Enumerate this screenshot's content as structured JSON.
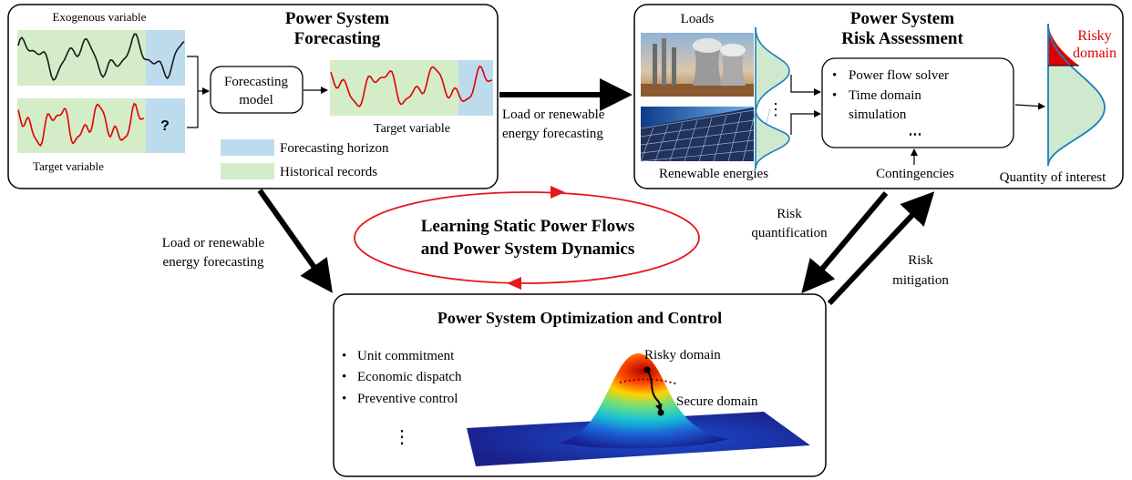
{
  "forecasting": {
    "title_line1": "Power System",
    "title_line2": "Forecasting",
    "exogenous_label": "Exogenous variable",
    "target_label_left": "Target variable",
    "unknown_mark": "?",
    "model_line1": "Forecasting",
    "model_line2": "model",
    "target_label_right": "Target variable",
    "legend_horizon": "Forecasting horizon",
    "legend_historical": "Historical records"
  },
  "risk": {
    "title_line1": "Power System",
    "title_line2": "Risk Assessment",
    "loads_label": "Loads",
    "renewables_label": "Renewable energies",
    "solver_item1": "Power flow solver",
    "solver_item2_line1": "Time domain",
    "solver_item2_line2": "simulation",
    "solver_more": "⋯",
    "input_more": "⋮",
    "contingencies_label": "Contingencies",
    "qoi_label": "Quantity of interest",
    "risky_line1": "Risky",
    "risky_line2": "domain"
  },
  "optimization": {
    "title": "Power System Optimization and Control",
    "items": [
      "Unit commitment",
      "Economic dispatch",
      "Preventive control"
    ],
    "more": "⋮",
    "risky_domain": "Risky domain",
    "secure_domain": "Secure domain"
  },
  "center": {
    "line1": "Learning Static Power Flows",
    "line2": "and Power System Dynamics"
  },
  "arrows": {
    "top_line1": "Load or renewable",
    "top_line2": "energy forecasting",
    "left_line1": "Load or renewable",
    "left_line2": "energy forecasting",
    "quant_line1": "Risk",
    "quant_line2": "quantification",
    "mit_line1": "Risk",
    "mit_line2": "mitigation"
  },
  "colors": {
    "historical": "#d5ecc8",
    "horizon": "#bcdcee",
    "target_series": "#e00000",
    "exogenous_series": "#1a1a1a",
    "cycle": "#e8161a",
    "distribution": "#1a7fb8",
    "distribution_fill": "#cfe9cf"
  }
}
